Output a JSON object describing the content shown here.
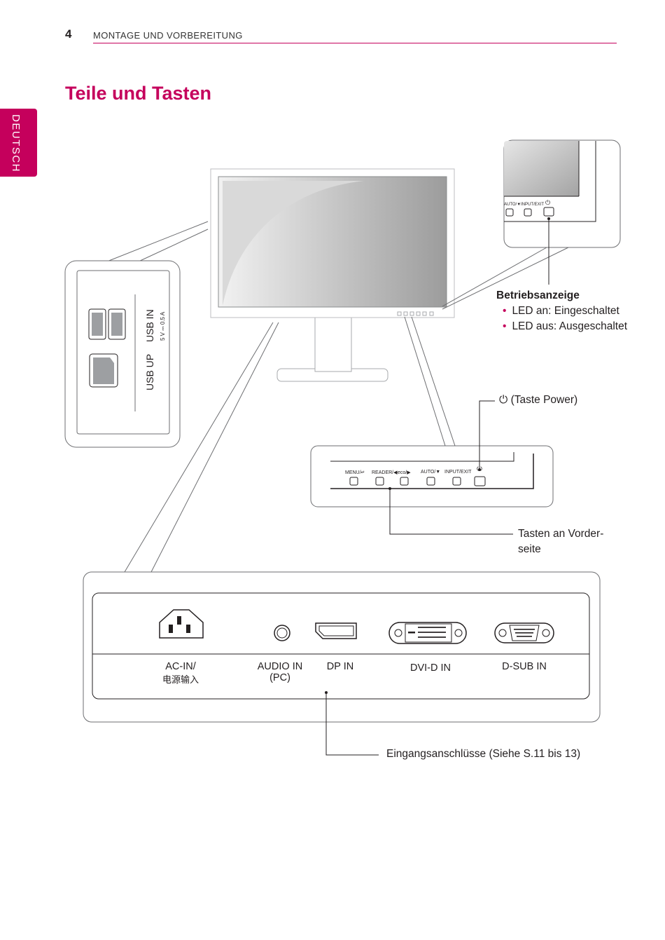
{
  "header": {
    "page_number": "4",
    "section_title": "MONTAGE UND VORBEREITUNG"
  },
  "side_tab": {
    "label": "DEUTSCH"
  },
  "page_title": "Teile und Tasten",
  "usb_panel": {
    "usb_in": "USB IN",
    "usb_rating": "5 V ⎓ 0.5 A",
    "usb_up": "USB UP"
  },
  "power_indicator": {
    "heading": "Betriebsanzeige",
    "items": [
      "LED an: Eingeschaltet",
      "LED aus: Ausgeschaltet"
    ],
    "zoom_labels": {
      "auto": "AUTO/▼",
      "input": "INPUT/EXIT"
    }
  },
  "power_button": {
    "icon": "power-icon",
    "label": "(Taste Power)"
  },
  "front_panel": {
    "buttons": [
      "MENU/↵",
      "READER/◀",
      "eco/▶",
      "AUTO/▼",
      "INPUT/EXIT"
    ],
    "label": "Tasten an Vorder-\nseite"
  },
  "ports": {
    "ac_in": "AC-IN/",
    "ac_in_cn": "电源输入",
    "audio_in": "AUDIO IN",
    "audio_in_sub": "(PC)",
    "dp_in": "DP IN",
    "dvi_in": "DVI-D IN",
    "dsub_in": "D-SUB IN",
    "callout": "Eingangsanschlüsse (Siehe S.11 bis 13)"
  },
  "colors": {
    "accent": "#c5005c",
    "line": "#6d6e71"
  }
}
